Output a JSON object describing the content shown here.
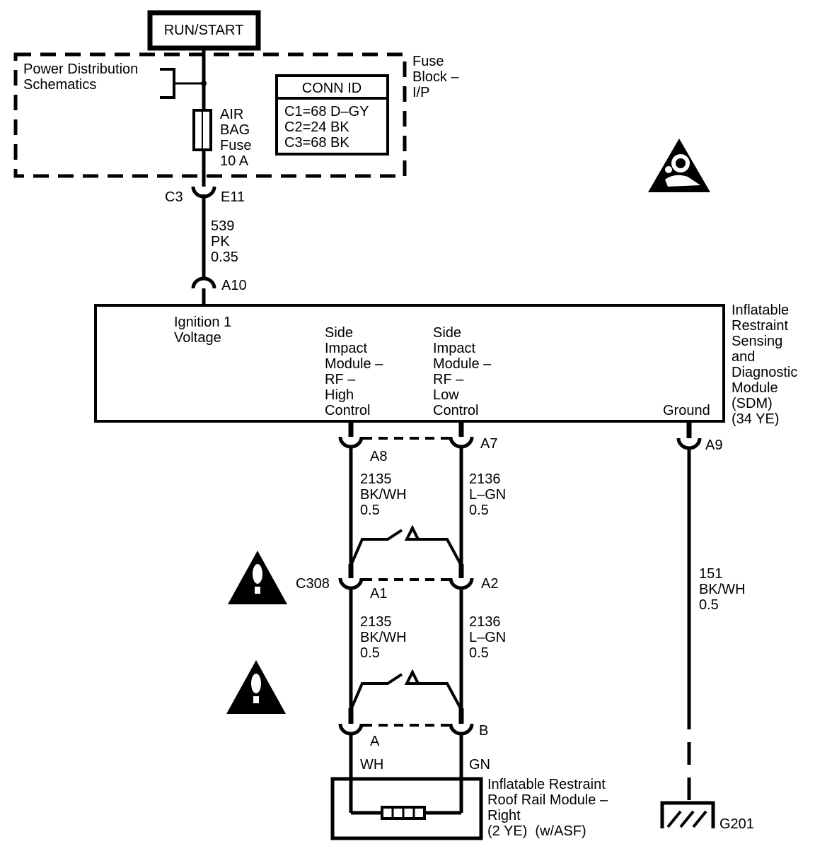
{
  "power_source": "RUN/START",
  "fuse_block": {
    "reference": [
      "Power Distribution",
      "Schematics"
    ],
    "name": [
      "Fuse",
      "Block –",
      "I/P"
    ],
    "fuse_label": [
      "AIR",
      "BAG",
      "Fuse",
      "10 A"
    ],
    "conn_id": {
      "title": "CONN ID",
      "rows": [
        "C1=68 D–GY",
        "C2=24 BK",
        "C3=68 BK"
      ]
    }
  },
  "connector_c3": {
    "name": "C3",
    "pin": "E11"
  },
  "wire_539": [
    "539",
    "PK",
    "0.35"
  ],
  "sdm_pin_a10": "A10",
  "sdm": {
    "name": [
      "Inflatable",
      "Restraint",
      "Sensing",
      "and",
      "Diagnostic",
      "Module",
      "(SDM)",
      "(34 YE)"
    ],
    "ignition": [
      "Ignition 1",
      "Voltage"
    ],
    "high_control": [
      "Side",
      "Impact",
      "Module –",
      "RF –",
      "High",
      "Control"
    ],
    "low_control": [
      "Side",
      "Impact",
      "Module –",
      "RF –",
      "Low",
      "Control"
    ],
    "ground": "Ground",
    "pins": {
      "high": "A8",
      "low": "A7",
      "ground": "A9"
    }
  },
  "wire_2135_upper": [
    "2135",
    "BK/WH",
    "0.5"
  ],
  "wire_2136_upper": [
    "2136",
    "L–GN",
    "0.5"
  ],
  "connector_c308": {
    "name": "C308",
    "pin_left": "A1",
    "pin_right": "A2"
  },
  "wire_2135_lower": [
    "2135",
    "BK/WH",
    "0.5"
  ],
  "wire_2136_lower": [
    "2136",
    "L–GN",
    "0.5"
  ],
  "wire_151": [
    "151",
    "BK/WH",
    "0.5"
  ],
  "module_connector": {
    "pin_left": "A",
    "pin_right": "B",
    "wire_left": "WH",
    "wire_right": "GN"
  },
  "roof_rail_module": [
    "Inflatable Restraint",
    "Roof Rail Module –",
    "Right",
    "(2 YE)  (w/ASF)"
  ],
  "ground_point": "G201",
  "icons": [
    "airbag-warning-icon",
    "caution-icon",
    "caution-icon"
  ]
}
